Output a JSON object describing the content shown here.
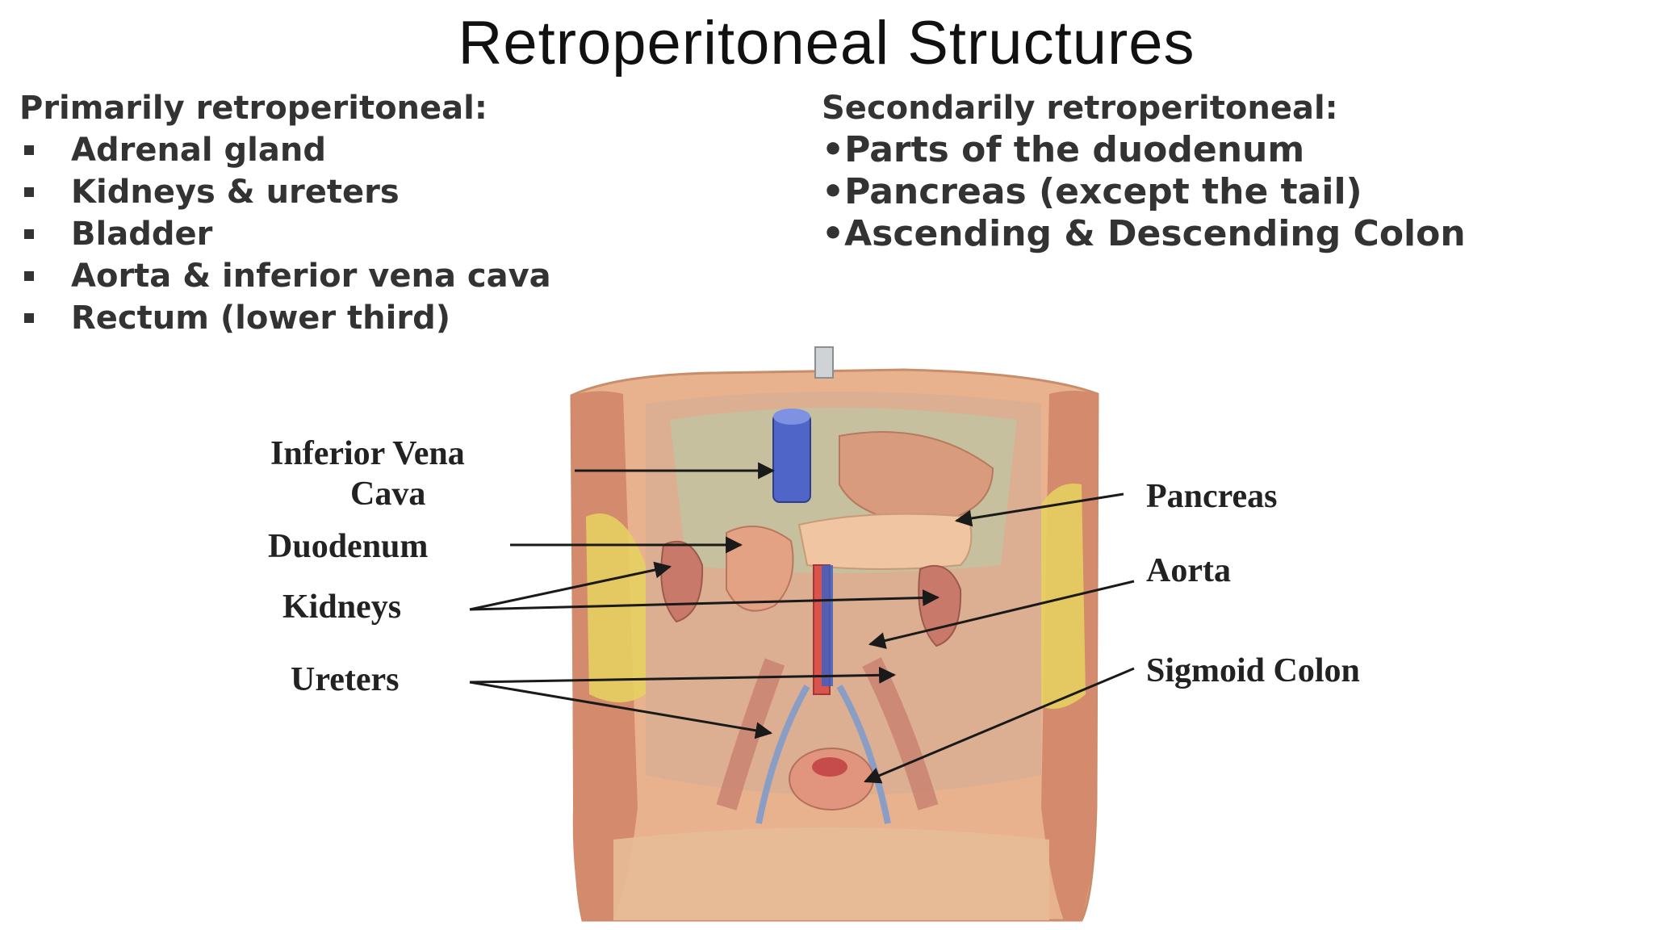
{
  "title": "Retroperitoneal Structures",
  "primary": {
    "heading": "Primarily retroperitoneal:",
    "items": [
      "Adrenal gland",
      "Kidneys & ureters",
      "Bladder",
      "Aorta & inferior vena cava",
      "Rectum (lower third)"
    ]
  },
  "secondary": {
    "heading": "Secondarily retroperitoneal:",
    "items": [
      "•Parts of the duodenum",
      "•Pancreas (except the tail)",
      "•Ascending & Descending Colon"
    ]
  },
  "figure": {
    "labels": {
      "ivc_line1": "Inferior Vena",
      "ivc_line2": "Cava",
      "duodenum": "Duodenum",
      "kidneys": "Kidneys",
      "ureters": "Ureters",
      "pancreas": "Pancreas",
      "aorta": "Aorta",
      "sigmoid": "Sigmoid Colon"
    }
  }
}
